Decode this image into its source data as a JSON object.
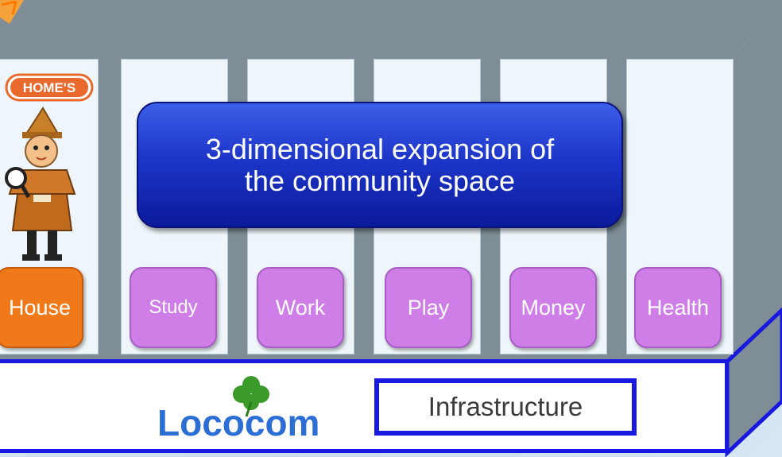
{
  "banner": {
    "line1": "3-dimensional expansion of",
    "line2": "the community space"
  },
  "categories": [
    {
      "label": "House",
      "kind": "house"
    },
    {
      "label": "Study",
      "kind": "area"
    },
    {
      "label": "Work",
      "kind": "area"
    },
    {
      "label": "Play",
      "kind": "area"
    },
    {
      "label": "Money",
      "kind": "area"
    },
    {
      "label": "Health",
      "kind": "area"
    }
  ],
  "base": {
    "infrastructure_label": "Infrastructure",
    "logo_text": "Lococom"
  },
  "homes_logo_text": "HOME'S",
  "colors": {
    "structure_gray": "#7f8d96",
    "base_border_blue": "#1818e0",
    "house_orange": "#f07a1a",
    "area_purple": "#cf7ee8",
    "banner_blue": "#1d36c9",
    "lococom_blue": "#2b6fd6",
    "clover_green": "#3a9a2a"
  },
  "icons": [
    "homes-logo",
    "detective-mascot",
    "clover-icon",
    "arrow-icon"
  ]
}
